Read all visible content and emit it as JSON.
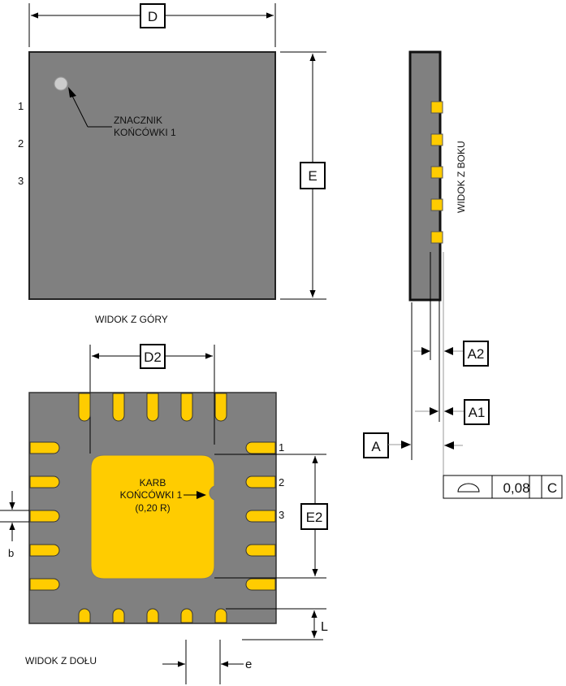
{
  "colors": {
    "package_body": "#808080",
    "pad": "#FFCC00",
    "pin1_marker": "#CCCCCC",
    "line": "#000000"
  },
  "top_view": {
    "caption": "WIDOK Z GÓRY",
    "pin_numbers": [
      "1",
      "2",
      "3"
    ],
    "pin1_marker_label_line1": "ZNACZNIK",
    "pin1_marker_label_line2": "KOŃCÓWKI 1",
    "dim_width": "D",
    "dim_height": "E"
  },
  "side_view": {
    "caption": "WIDOK Z BOKU",
    "lead_count": 5,
    "dim_total_height": "A",
    "dim_standoff": "A1",
    "dim_lead_thickness": "A2",
    "coplanarity": {
      "symbol": "profile-of-surface",
      "tolerance": "0,08",
      "datum": "C"
    }
  },
  "bottom_view": {
    "caption": "WIDOK Z DOŁU",
    "pin_numbers": [
      "1",
      "2",
      "3"
    ],
    "notch_label_line1": "KARB",
    "notch_label_line2": "KOŃCÓWKI 1",
    "notch_label_line3": "(0,20 R)",
    "dim_pad_width": "D2",
    "dim_pad_height": "E2",
    "dim_lead_width": "b",
    "dim_lead_length": "L",
    "dim_pitch": "e",
    "leads_per_side": 5
  }
}
